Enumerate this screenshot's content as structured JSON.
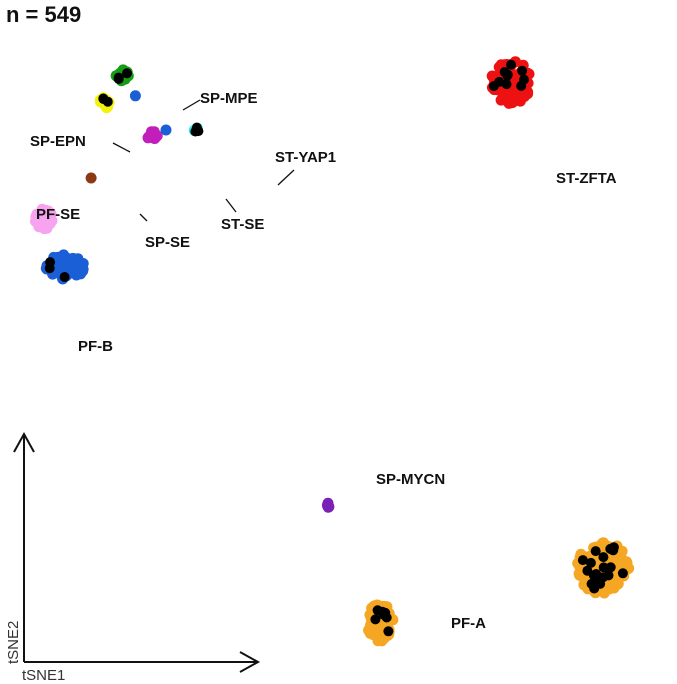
{
  "chart_data": {
    "type": "scatter",
    "title": "n = 549",
    "xlabel": "tSNE1",
    "ylabel": "tSNE2",
    "colors": {
      "PF-A": "#f5a623",
      "PF-B": "#1a5fd6",
      "PF-SE": "#f7a3f0",
      "SP-MPE": "#169c16",
      "SP-EPN": "#f2f20a",
      "SP-SE": "#8b3a14",
      "ST-SE": "#c21fba",
      "ST-YAP1": "#2ee4f2",
      "ST-ZFTA": "#ee1111",
      "SP-MYCN": "#7a22b5",
      "highlight": "#000000"
    },
    "clusters": [
      {
        "label": "ST-ZFTA",
        "color_key": "ST-ZFTA",
        "cx": 62,
        "cy": 88,
        "rx": 4.5,
        "ry": 3.2,
        "n": 90,
        "highlight": 10
      },
      {
        "label": "PF-A",
        "color_key": "PF-A",
        "cx": 83,
        "cy": 17,
        "rx": 6,
        "ry": 3.8,
        "n": 150,
        "highlight": 20
      },
      {
        "label": "",
        "color_key": "PF-A",
        "cx": 32,
        "cy": 9,
        "rx": 3,
        "ry": 2.8,
        "n": 70,
        "highlight": 7
      },
      {
        "label": "PF-B",
        "color_key": "PF-B",
        "cx": -40,
        "cy": 61,
        "rx": 4.5,
        "ry": 1.8,
        "n": 60,
        "highlight": 3
      },
      {
        "label": "PF-SE",
        "color_key": "PF-SE",
        "cx": -45,
        "cy": 68,
        "rx": 2,
        "ry": 1.5,
        "n": 40,
        "highlight": 0
      },
      {
        "label": "SP-MPE",
        "color_key": "SP-MPE",
        "cx": -27,
        "cy": 89,
        "rx": 1.5,
        "ry": 0.9,
        "n": 25,
        "highlight": 3
      },
      {
        "label": "SP-EPN",
        "color_key": "SP-EPN",
        "cx": -31,
        "cy": 85,
        "rx": 1.4,
        "ry": 0.8,
        "n": 22,
        "highlight": 3
      },
      {
        "label": "SP-SE",
        "color_key": "SP-SE",
        "cx": -34,
        "cy": 74,
        "rx": 0.2,
        "ry": 0.2,
        "n": 1,
        "highlight": 0
      },
      {
        "label": "ST-SE",
        "color_key": "ST-SE",
        "cx": -20,
        "cy": 80,
        "rx": 1.3,
        "ry": 0.8,
        "n": 15,
        "highlight": 0
      },
      {
        "label": "ST-YAP1",
        "color_key": "ST-YAP1",
        "cx": -10,
        "cy": 81,
        "rx": 0.6,
        "ry": 0.4,
        "n": 6,
        "highlight": 3
      },
      {
        "label": "SP-MYCN",
        "color_key": "SP-MYCN",
        "cx": 20,
        "cy": 26,
        "rx": 0.4,
        "ry": 0.5,
        "n": 5,
        "highlight": 0
      }
    ],
    "extra_points": [
      {
        "color_key": "PF-B",
        "x": -24,
        "y": 86
      },
      {
        "color_key": "PF-B",
        "x": -17,
        "y": 81
      }
    ],
    "xlim": [
      -55,
      100
    ],
    "ylim": [
      0,
      100
    ],
    "grid": false,
    "legend": "none"
  }
}
